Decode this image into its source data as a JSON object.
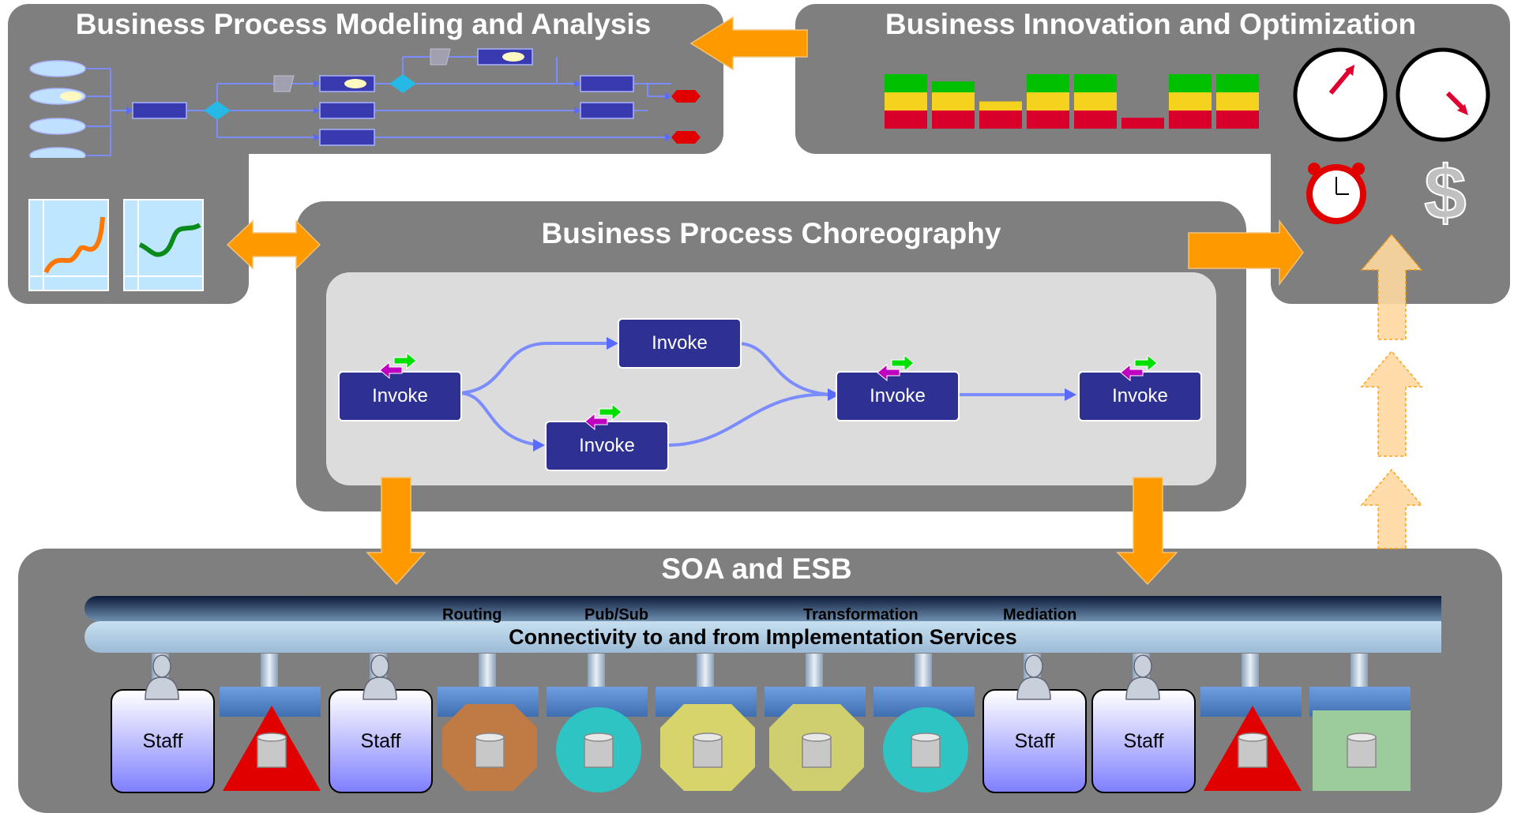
{
  "panels": {
    "modeling": {
      "title": "Business Process Modeling and Analysis"
    },
    "innovation": {
      "title": "Business Innovation and Optimization"
    },
    "choreography": {
      "title": "Business Process Choreography"
    },
    "soa": {
      "title": "SOA and ESB"
    }
  },
  "choreography": {
    "nodes": [
      {
        "id": "n1",
        "label": "Invoke"
      },
      {
        "id": "n2",
        "label": "Invoke"
      },
      {
        "id": "n3",
        "label": "Invoke"
      },
      {
        "id": "n4",
        "label": "Invoke"
      },
      {
        "id": "n5",
        "label": "Invoke"
      }
    ]
  },
  "esb": {
    "capabilities": [
      "Routing",
      "Pub/Sub",
      "Transformation",
      "Mediation"
    ],
    "bus_label": "Connectivity to and from Implementation Services"
  },
  "services": [
    {
      "type": "staff",
      "label": "Staff"
    },
    {
      "type": "triangle",
      "color": "#e00000"
    },
    {
      "type": "staff",
      "label": "Staff"
    },
    {
      "type": "octagon",
      "color": "#c07a44"
    },
    {
      "type": "circle",
      "color": "#2ec4c4"
    },
    {
      "type": "octagon",
      "color": "#d6d46a"
    },
    {
      "type": "octagon",
      "color": "#cfcf70"
    },
    {
      "type": "circle",
      "color": "#2ec4c4"
    },
    {
      "type": "staff",
      "label": "Staff"
    },
    {
      "type": "staff",
      "label": "Staff"
    },
    {
      "type": "triangle",
      "color": "#e00000"
    },
    {
      "type": "square",
      "color": "#9ccc9c"
    }
  ],
  "kpi_bars": [
    {
      "red": 1,
      "yellow": 1,
      "green": 1
    },
    {
      "red": 1,
      "yellow": 1,
      "green": 0.6
    },
    {
      "red": 1,
      "yellow": 0.5,
      "green": 0
    },
    {
      "red": 1,
      "yellow": 1,
      "green": 1
    },
    {
      "red": 1,
      "yellow": 1,
      "green": 1
    },
    {
      "red": 0.6,
      "yellow": 0,
      "green": 0
    },
    {
      "red": 1,
      "yellow": 1,
      "green": 1
    },
    {
      "red": 1,
      "yellow": 1,
      "green": 1
    }
  ],
  "colors": {
    "panel": "#7f7f7f",
    "accent_arrow": "#ff9900",
    "node": "#2e3192",
    "bus": "#b3cde3"
  },
  "icons": [
    "gauge-icon",
    "gauge-icon",
    "alarm-clock-icon",
    "dollar-icon"
  ]
}
